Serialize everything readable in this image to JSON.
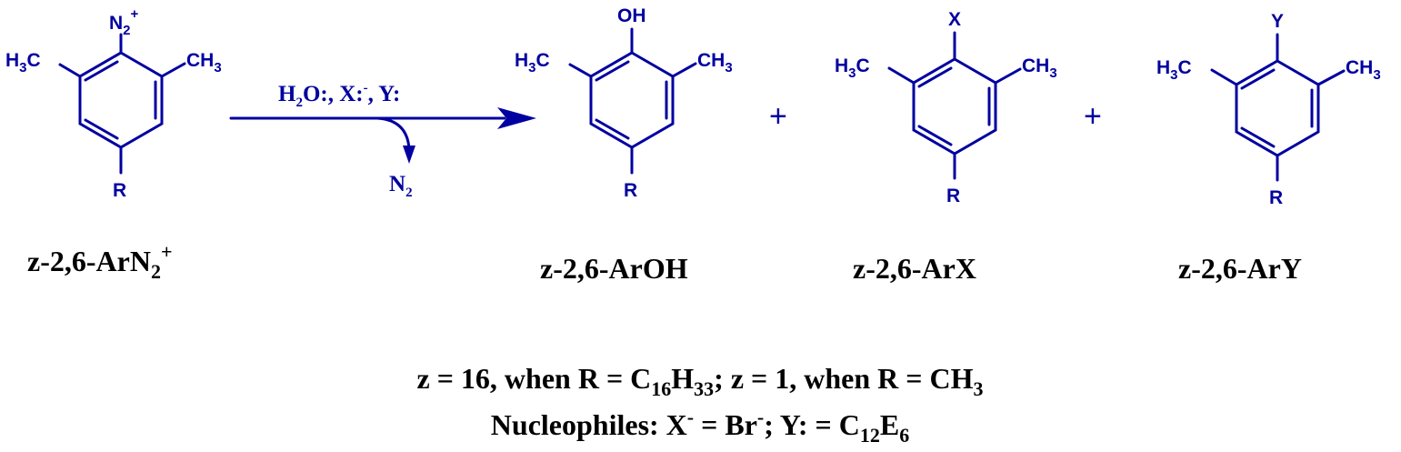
{
  "molecules": {
    "reactant": {
      "top_group": "N",
      "top_sub": "2",
      "top_sup": "+",
      "left_group": "H",
      "left_sub": "3",
      "left_tail": "C",
      "right_group": "CH",
      "right_sub": "3",
      "bottom_group": "R",
      "label": "z-2,6-ArN",
      "label_sub": "2",
      "label_sup": "+"
    },
    "phenol": {
      "top_group": "OH",
      "left_group": "H",
      "left_sub": "3",
      "left_tail": "C",
      "right_group": "CH",
      "right_sub": "3",
      "bottom_group": "R",
      "label": "z-2,6-ArOH"
    },
    "halide": {
      "top_group": "X",
      "left_group": "H",
      "left_sub": "3",
      "left_tail": "C",
      "right_group": "CH",
      "right_sub": "3",
      "bottom_group": "R",
      "label": "z-2,6-ArX"
    },
    "ether": {
      "top_group": "Y",
      "left_group": "H",
      "left_sub": "3",
      "left_tail": "C",
      "right_group": "CH",
      "right_sub": "3",
      "bottom_group": "R",
      "label": "z-2,6-ArY"
    }
  },
  "arrow": {
    "reagents_p1": "H",
    "reagents_s1": "2",
    "reagents_p2": "O:, X:",
    "reagents_sup": "-",
    "reagents_p3": ", Y:",
    "byproduct": "N",
    "byproduct_sub": "2"
  },
  "plus_signs": [
    "+",
    "+"
  ],
  "footnote": {
    "line1_a": "z = 16, when R = C",
    "line1_s1": "16",
    "line1_b": "H",
    "line1_s2": "33",
    "line1_c": "; z = 1, when R = CH",
    "line1_s3": "3",
    "line2_a": "Nucleophiles: X",
    "line2_sup1": "-",
    "line2_b": " = Br",
    "line2_sup2": "-",
    "line2_c": "; Y: = C",
    "line2_s1": "12",
    "line2_d": "E",
    "line2_s2": "6"
  },
  "colors": {
    "structure": "#0000a0",
    "labels": "#000000"
  }
}
